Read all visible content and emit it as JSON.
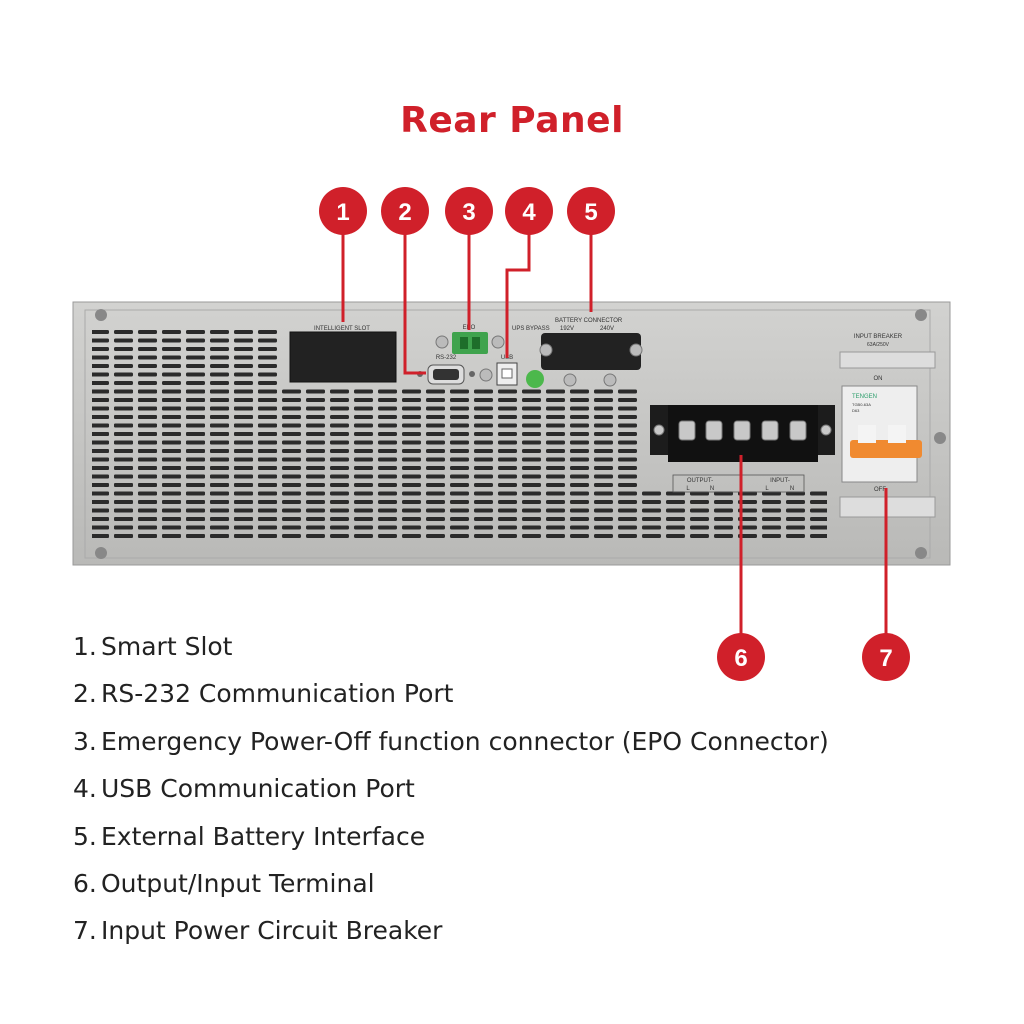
{
  "title": "Rear Panel",
  "panel_labels": {
    "intelligent_slot": "INTELLIGENT SLOT",
    "epo": "EPO",
    "rs232": "RS-232",
    "usb": "USB",
    "ups_bypass": "UPS BYPASS",
    "battery_connector": "BATTERY CONNECTOR",
    "battery_192": "192V",
    "battery_240": "240V",
    "input_breaker": "INPUT BREAKER",
    "breaker_rating": "63A/250V",
    "on": "ON",
    "off": "OFF",
    "output": "OUTPUT-",
    "input": "INPUT-",
    "l": "L",
    "n": "N",
    "brand": "TENGEN",
    "breaker_model": "TGB0-63A",
    "breaker_curve": "D63"
  },
  "callouts": [
    "1",
    "2",
    "3",
    "4",
    "5",
    "6",
    "7"
  ],
  "items": [
    {
      "num": "1.",
      "label": "Smart Slot"
    },
    {
      "num": "2.",
      "label": "RS-232 Communication Port"
    },
    {
      "num": "3.",
      "label": "Emergency Power-Off function connector (EPO Connector)"
    },
    {
      "num": "4.",
      "label": "USB Communication Port"
    },
    {
      "num": "5.",
      "label": "External Battery Interface"
    },
    {
      "num": "6.",
      "label": "Output/Input Terminal"
    },
    {
      "num": "7.",
      "label": "Input Power Circuit Breaker"
    }
  ],
  "colors": {
    "accent": "#d0202a",
    "panel": "#c9c9c7",
    "breaker_handle": "#f08a30",
    "epo_green": "#3fa34d"
  }
}
